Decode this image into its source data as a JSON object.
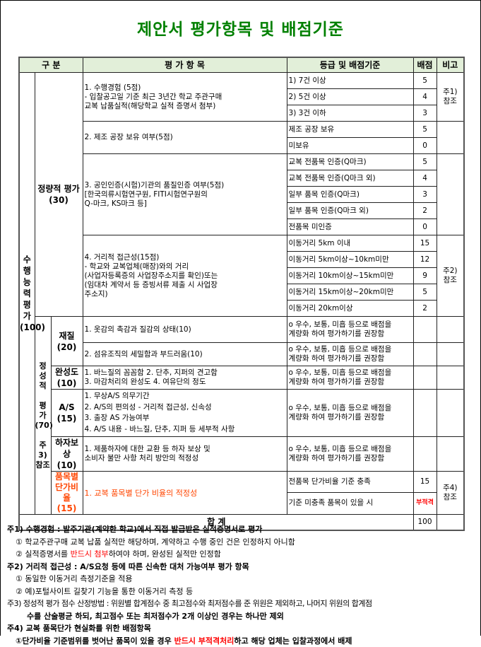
{
  "title": "제안서 평가항목 및 배점기준",
  "headers": [
    "구 분",
    "평 가 항 목",
    "등급 및 배점기준",
    "배점",
    "비고"
  ],
  "categories": {
    "main": "수\n행\n능\n력\n평\n가\n(100)",
    "quantitative": "정량적 평가\n(30)",
    "qualitative": "정\n성\n적\n\n평\n가\n(70)\n\n주3)\n참조"
  },
  "quantitative_items": [
    {
      "item": "1. 수행경험 (5점)\n - 입찰공고일 기준 최근 3년간 학교 주관구매\n   교복 납품실적(해당학교 실적  증명서 첨부)",
      "note": "주1)\n참조",
      "grades": [
        {
          "label": " 1) 7건 이상",
          "score": "5"
        },
        {
          "label": " 2) 5건 이상",
          "score": "4"
        },
        {
          "label": " 3) 3건 이하",
          "score": "3"
        }
      ]
    },
    {
      "item": "2. 제조 공장 보유 여부(5점)",
      "note": "",
      "grades": [
        {
          "label": "제조 공장 보유",
          "score": "5"
        },
        {
          "label": "미보유",
          "score": "0"
        }
      ]
    },
    {
      "item": "3. 공인인증(시험)기관의 품질인증 여부(5점)\n   [한국의류시험연구원, FITI시험연구원의\n      Q-마크, KS마크 등]",
      "note": "",
      "grades": [
        {
          "label": "교복 전품목 인증(Q마크)",
          "score": "5"
        },
        {
          "label": "교복 전품목 인증(Q마크 외)",
          "score": "4"
        },
        {
          "label": "일부 품목 인증(Q마크)",
          "score": "3"
        },
        {
          "label": "일부 품목 인증(Q마크 외)",
          "score": "2"
        },
        {
          "label": "전품목 미인증",
          "score": "0"
        }
      ]
    },
    {
      "item": "4. 거리적 접근성(15점)\n - 학교와 교복업체(매장)와의 거리\n   (사업자등록증의 사업장주소지를 확인)또는\n   (임대차 계약서 등 증빙서류 제출 시 사업장\n    주소지)",
      "note": "주2)\n참조",
      "grades": [
        {
          "label": "이동거리 5km 이내",
          "score": "15"
        },
        {
          "label": "이동거리 5km이상~10km미만",
          "score": "12"
        },
        {
          "label": "이동거리 10km이상~15km미만",
          "score": "9"
        },
        {
          "label": "이동거리 15km이상~20km미만",
          "score": "5"
        },
        {
          "label": "이동거리 20km이상",
          "score": "2"
        }
      ]
    }
  ],
  "qualitative_items": {
    "material": {
      "label": "재질\n(20)",
      "items": [
        "1. 옷감의 촉감과 질감의 상태(10)",
        "2. 섬유조직의 세밀함과 부드러움(10)"
      ]
    },
    "completeness": {
      "label": "완성도\n(10)",
      "item": "1. 바느질의 꼼꼼함 2. 단추, 지퍼의 견고함\n3. 마감처리의 완성도 4. 여유단의 정도"
    },
    "as": {
      "label": "A/S\n(15)",
      "item": "1. 무상A/S 의무기간\n2. A/S의 편의성 - 거리적 접근성, 신속성\n3. 출장 AS 가능여부\n4. A/S 내용 - 바느질, 단추, 지퍼 등 세부적 사항"
    },
    "defect": {
      "label": "하자보상\n(10)",
      "item": "1. 제품하자에 대한 교환 등 하자 보상 및\n     소비자 불만 사항 처리 방안의 적정성"
    },
    "grade_text": "o  우수, 보통, 미흡 등으로 배점을\n    계량화 하여 평가하기를 권장함",
    "price": {
      "label": "품목별\n단가비율\n(15)",
      "item": "1. 교복 품목별 단가 비율의 적정성",
      "note": "주4)\n참조",
      "grades": [
        {
          "label": "전품목 단가비율 기준 충족",
          "score": "15"
        },
        {
          "label": "기준 미충족 품목이 있을 시",
          "score": "부적격"
        }
      ]
    }
  },
  "total": {
    "label": "합 계",
    "score": "100"
  },
  "notes": {
    "n1": "주1) 수행경험 : 발주기관(계약한 학교)에서 직접 발급받은 실적증명서로 평가",
    "n1_1": "① 학교주관구매 교복 납품 실적만 해당하며, 계약하고 수행 중인 건은 인정하지 아니함",
    "n1_2a": "② 실적증명서를 ",
    "n1_2b": "반드시 첨부",
    "n1_2c": "하여야 하며, 완성된 실적만 인정함",
    "n2": "주2) 거리적 접근성 : A/S요청 등에 따른 신속한 대처 가능여부 평가 항목",
    "n2_1": "① 동일한 이동거리 측정기준을 적용",
    "n2_2": "② 예)포털사이트 길찾기 기능을 통한 이동거리 측정 등",
    "n3a": "주3) 정성적 평가 점수 산정방법 : 위원별 합계점수 중 최고점수와 최저점수를 준 위원은 제외하고, 나머지 위원의 합계점",
    "n3b": "수를 산술평균 하되, 최고점수 또는 최저점수가 2개 이상인 경우는 하나만 제외",
    "n4": "주4) 교복 품목단가 현실화를 위한 배점항목",
    "n4_1a": "①단가비율 기준범위를 벗어난 품목이 있을 경우 ",
    "n4_1b": "반드시 부적격처리",
    "n4_1c": "하고 해당 업체는 입찰과정에서 배제"
  },
  "colors": {
    "title": "#008000",
    "header_bg": "#e2efd9",
    "alert": "#ff0000",
    "price": "#ff4500"
  }
}
